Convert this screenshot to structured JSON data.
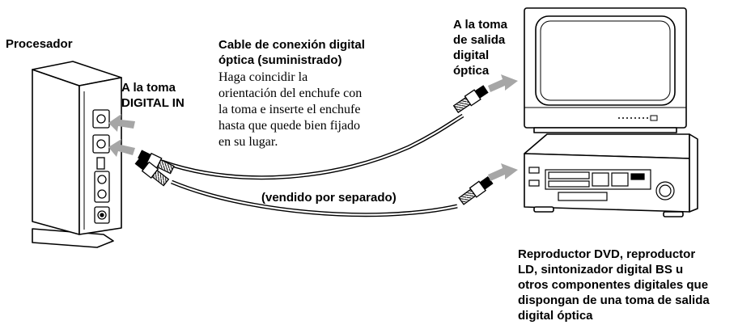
{
  "labels": {
    "processor": "Procesador",
    "digital_in": "A la toma\nDIGITAL IN",
    "cable_title": "Cable de conexión digital\nóptica (suministrado)",
    "cable_instructions": "Haga coincidir la\norientación del enchufe con\nla toma e inserte el enchufe\nhasta que quede bien fijado\nen su lugar.",
    "tv_output": "A la toma\nde salida\ndigital\nóptica",
    "sold_separately": "(vendido por separado)",
    "components": "Reproductor DVD, reproductor\nLD, sintonizador digital BS u\notros componentes digitales que\ndispongan de una toma de salida\ndigital óptica"
  },
  "colors": {
    "line": "#000000",
    "arrow": "#a6a6a6",
    "device_fill": "#ffffff",
    "dark_fill": "#1a1a1a"
  }
}
